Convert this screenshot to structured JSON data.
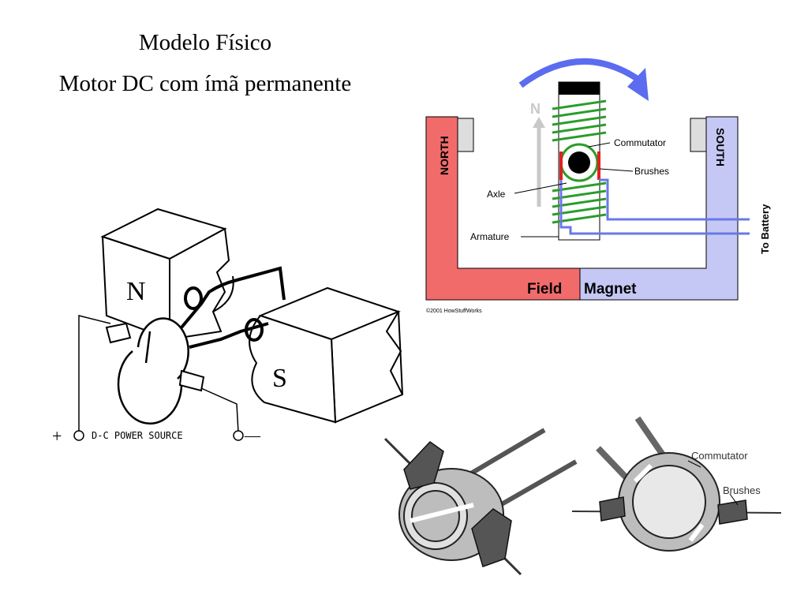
{
  "slide": {
    "title_line1": "Modelo Físico",
    "title_line2": "Motor DC com ímã permanente"
  },
  "motor_diagram": {
    "north_pole_label": "N",
    "south_pole_label": "S",
    "power_source_label": "D-C POWER SOURCE",
    "plus_sign": "+",
    "minus_sign": "—"
  },
  "howstuffworks": {
    "north_label": "NORTH",
    "south_label": "SOUTH",
    "n_arrow_label": "N",
    "commutator_label": "Commutator",
    "brushes_label": "Brushes",
    "axle_label": "Axle",
    "armature_label": "Armature",
    "battery_label": "To Battery",
    "field_label": "Field",
    "magnet_label": "Magnet",
    "copyright": "©2001 HowStuffWorks",
    "colors": {
      "north": "#f26b6b",
      "south": "#c5c8f5",
      "coil": "#2a9d2a",
      "rotation_arrow": "#5b6cf0",
      "battery_wire": "#6a78e8",
      "brush": "#e02020"
    }
  },
  "commutator_3d": {
    "commutator_label": "Commutator",
    "brushes_label": "Brushes"
  }
}
